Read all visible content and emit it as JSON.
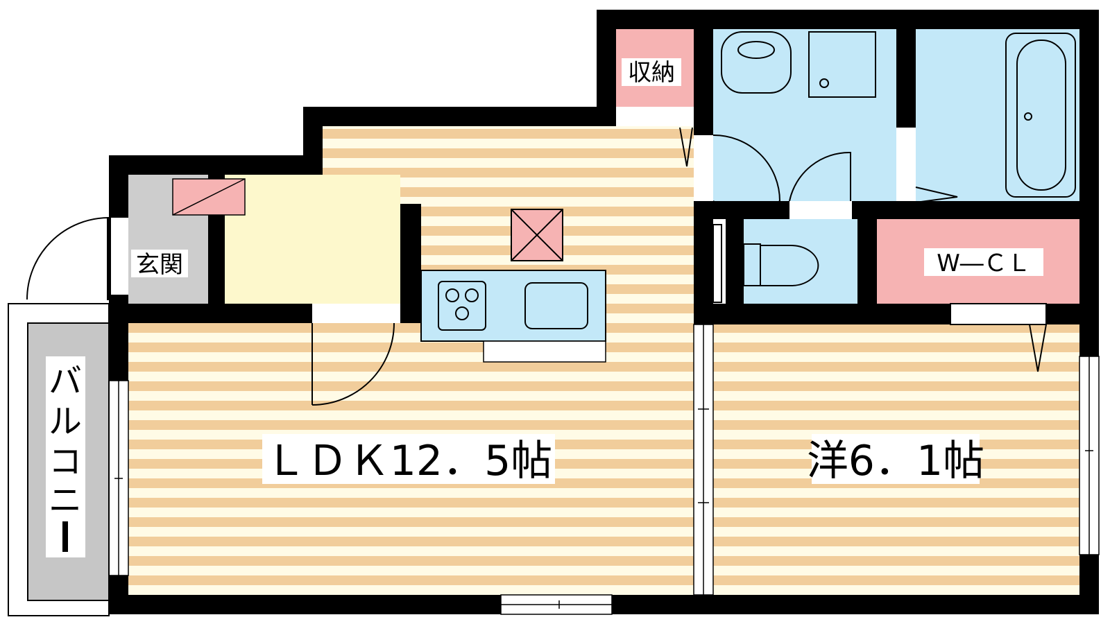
{
  "floor_plan": {
    "rooms": {
      "ldk": "ＬＤＫ12．5帖",
      "western": "洋6．1帖",
      "genkan": "玄関",
      "storage": "収納",
      "wcl": "W―ＣＬ",
      "balcony": [
        "バ",
        "ル",
        "コ",
        "ニ",
        "ー"
      ]
    },
    "colors": {
      "wall": "#000000",
      "floor_stripe_a": "#f1cd9b",
      "floor_stripe_b": "#fffbe6",
      "entry_floor": "#fdf8cc",
      "wet_area": "#c3e8f8",
      "storage": "#f6b3b3",
      "genkan_tile": "#cdcdcd",
      "balcony": "#c6c6c6"
    }
  }
}
